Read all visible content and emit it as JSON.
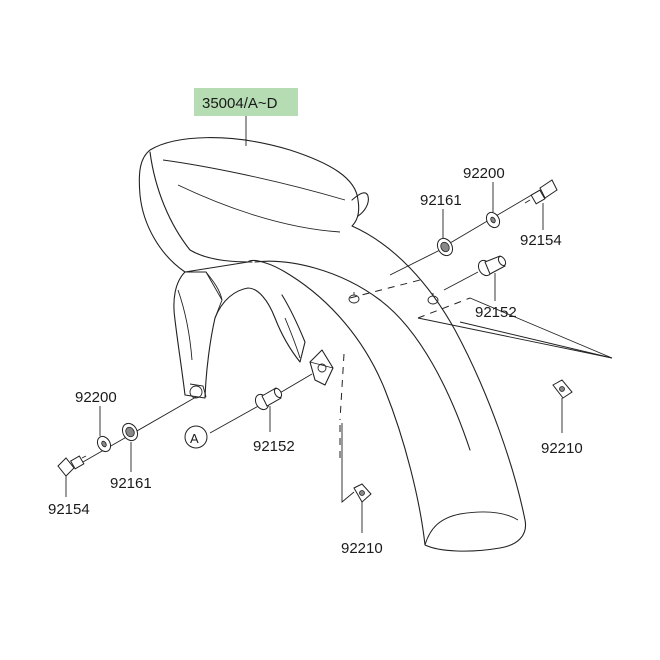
{
  "diagram": {
    "callouts": {
      "fender": "35004/A~D",
      "screw_right": "92154",
      "washer_right": "92200",
      "grommet_right": "92161",
      "collar_right": "92152",
      "nut_right": "92210",
      "washer_left": "92200",
      "grommet_left": "92161",
      "screw_left": "92154",
      "collar_left": "92152",
      "nut_bottom": "92210",
      "reference_marker": "A"
    },
    "colors": {
      "highlight": "#b5dcb3",
      "line": "#222222"
    }
  }
}
